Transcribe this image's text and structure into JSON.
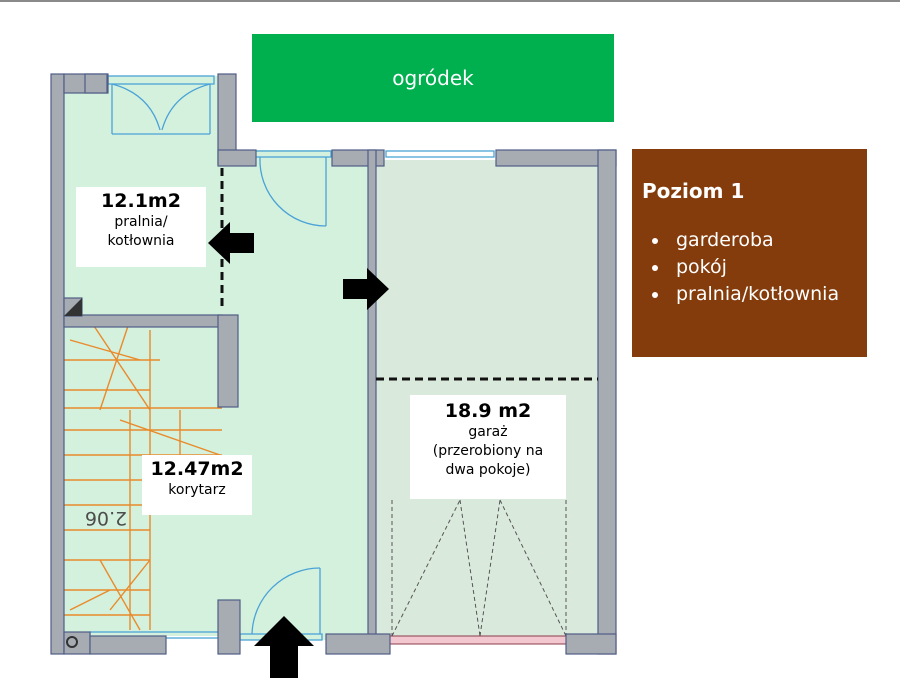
{
  "garden": {
    "label": "ogródek",
    "color": "#00b04f"
  },
  "legend": {
    "title": "Poziom 1",
    "items": [
      "garderoba",
      "pokój",
      "pralnia/kotłownia"
    ],
    "color": "#843c0c"
  },
  "rooms": {
    "laundry": {
      "area": "12.1m2",
      "name_line1": "pralnia/",
      "name_line2": "kotłownia"
    },
    "corridor": {
      "area": "12.47m2",
      "name": "korytarz"
    },
    "garage": {
      "area": "18.9 m2",
      "name_line1": "garaż",
      "name_line2": "(przerobiony na",
      "name_line3": "dwa pokoje)"
    }
  },
  "stair_text": "2.06",
  "colors": {
    "floor_green": "#d4f1de",
    "garage_floor": "#d9e9dc",
    "wall": "#a7acb3",
    "wall_stroke": "#4f5d86",
    "stairs": "#e98a2a",
    "door_blue": "#4aa3d6"
  }
}
